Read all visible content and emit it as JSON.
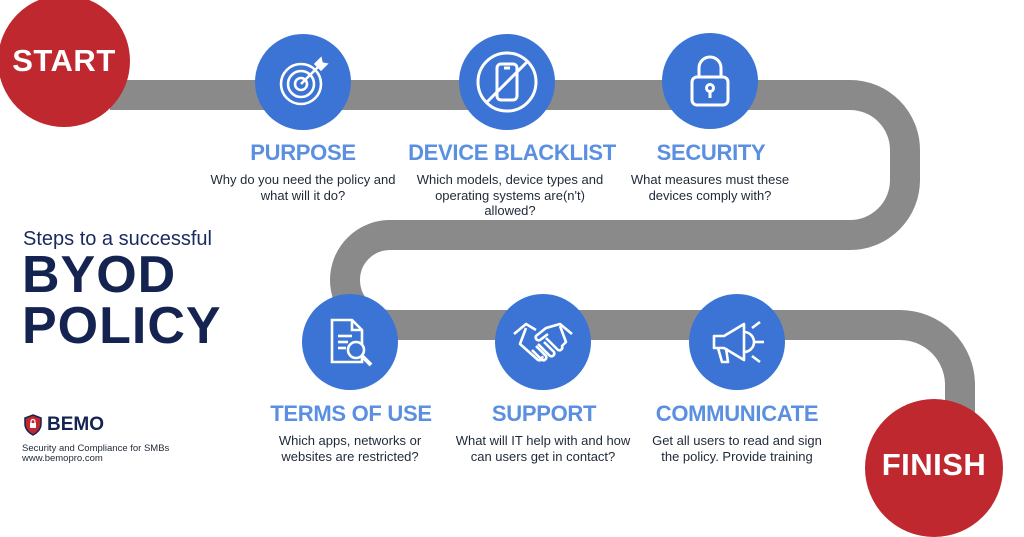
{
  "start_label": "START",
  "finish_label": "FINISH",
  "heading": {
    "subtitle": "Steps to a successful",
    "line1": "BYOD",
    "line2": "POLICY"
  },
  "brand": {
    "name": "BEMO",
    "tagline": "Security and Compliance for SMBs",
    "website": "www.bemopro.com"
  },
  "steps": [
    {
      "icon": "target-icon",
      "title": "PURPOSE",
      "description": "Why do you need the policy and what will it do?"
    },
    {
      "icon": "no-phone-icon",
      "title": "DEVICE BLACKLIST",
      "description": "Which models, device types and operating systems are(n't) allowed?"
    },
    {
      "icon": "padlock-icon",
      "title": "SECURITY",
      "description": "What measures must these devices comply with?"
    },
    {
      "icon": "document-search-icon",
      "title": "TERMS OF USE",
      "description": "Which apps, networks or websites are restricted?"
    },
    {
      "icon": "handshake-icon",
      "title": "SUPPORT",
      "description": "What will IT help with and how can users get in contact?"
    },
    {
      "icon": "megaphone-icon",
      "title": "COMMUNICATE",
      "description": "Get all users to read and sign the policy. Provide training"
    }
  ],
  "colors": {
    "accent_red": "#c0282f",
    "icon_blue": "#3b74d4",
    "title_blue": "#5b8fe0",
    "road_gray": "#8a8a8a",
    "heading_navy": "#14234f"
  }
}
